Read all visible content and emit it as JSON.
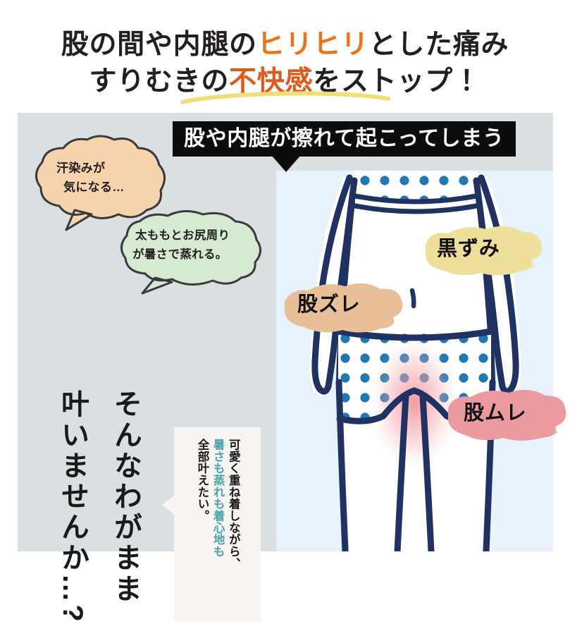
{
  "headline": {
    "line1_pre": "股の間や内腿の",
    "line1_accent": "ヒリヒリ",
    "line1_post": "とした痛み",
    "line2_pre": "すりむきの",
    "line2_accent": "不快感",
    "line2_post": "をストップ！",
    "accent_color": "#e8751a",
    "underline_color": "#f2dd7a"
  },
  "banner": {
    "text": "股や内腿が擦れて起こってしまう",
    "background": "#0c0c0c",
    "text_color": "#ffffff"
  },
  "bubbles": [
    {
      "name": "sweat-stain-bubble",
      "line1": "汗染みが",
      "line2": "気になる…",
      "fill": "#f7d3ad",
      "stroke": "#3a3a3a"
    },
    {
      "name": "humidity-bubble",
      "line1": "太ももとお尻周り",
      "line2": "が暑さで蒸れる。",
      "fill": "#d6ead1",
      "stroke": "#3a3a3a"
    }
  ],
  "vertical_headline": {
    "column_right": "そんなわがまま",
    "column_left": "叶いませんか…?",
    "color": "#1a1a1a"
  },
  "note": {
    "column_right": "可愛く重ね着しながら、",
    "column_middle": "暑さも蒸れも着心地も",
    "column_left": "全部叶えたい。",
    "middle_color": "#4aa6ad",
    "background": "#f7f4f2"
  },
  "brush_labels": [
    {
      "name": "chafing-label",
      "text": "股ズレ",
      "color": "#e8bf96"
    },
    {
      "name": "darkening-label",
      "text": "黒ずみ",
      "color": "#eee09a"
    },
    {
      "name": "crotch-humidity-label",
      "text": "股ムレ",
      "color": "#eb9ba0"
    }
  ],
  "illustration": {
    "name": "woman-lower-body-illustration",
    "frame_background": "#e7f2fa",
    "outline_color": "#1f3262",
    "dot_color": "#1f78b4",
    "glow_color": "#f2a0a4",
    "skin_color": "#ffffff"
  },
  "panel": {
    "background": "#dadfe1"
  }
}
